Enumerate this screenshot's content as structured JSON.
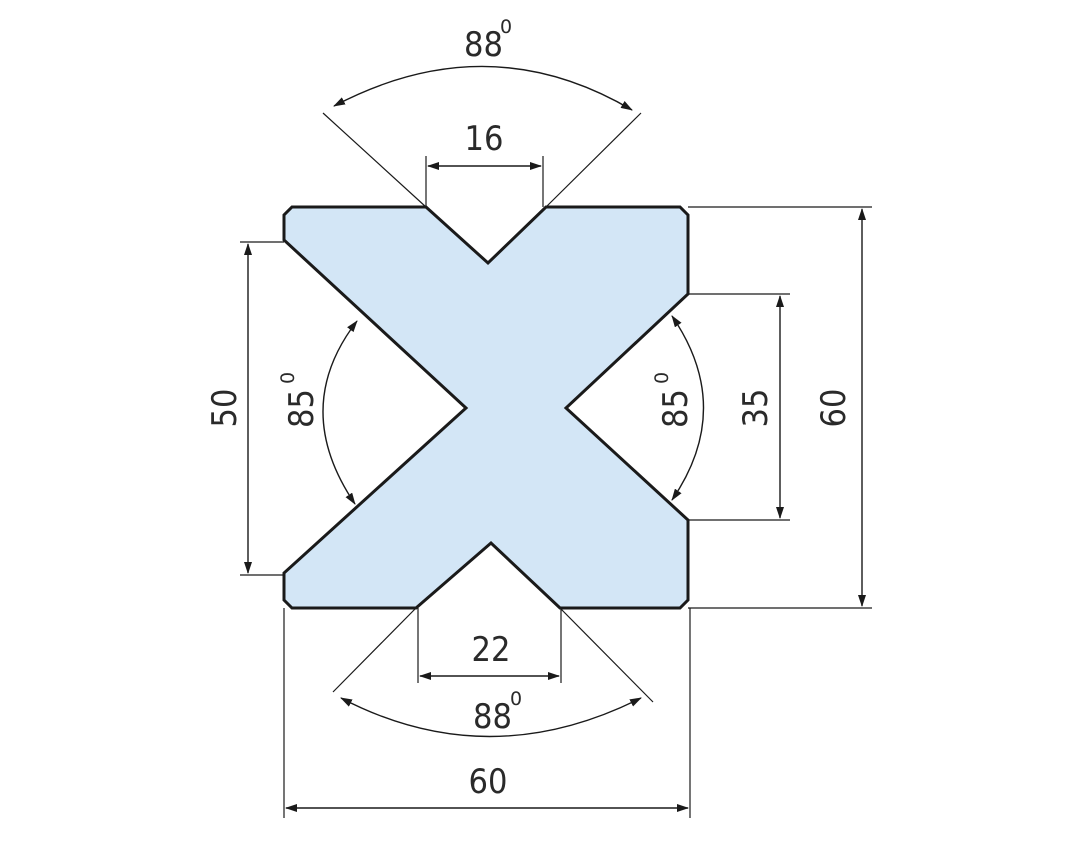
{
  "diagram": {
    "outline_color": "#1a1a1a",
    "fill_color": "#d3e6f6",
    "top_v": {
      "angle": "88",
      "angle_unit": "0",
      "opening": "16"
    },
    "bottom_v": {
      "angle": "88",
      "angle_unit": "0",
      "opening": "22"
    },
    "left_v": {
      "angle": "85",
      "angle_unit": "0",
      "height": "50"
    },
    "right_v": {
      "angle": "85",
      "angle_unit": "0",
      "height": "35"
    },
    "overall_height": "60",
    "overall_width": "60"
  }
}
